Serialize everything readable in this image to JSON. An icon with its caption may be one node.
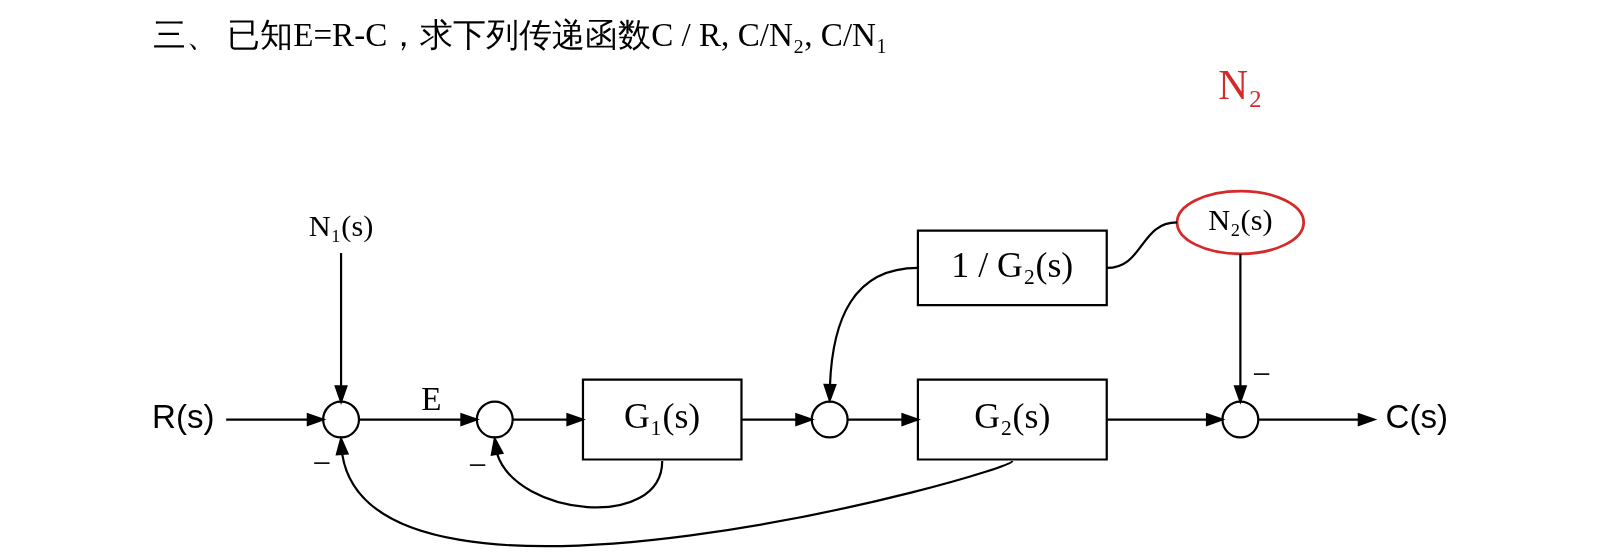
{
  "diagram": {
    "title": "三、 已知E=R-C，求下列传递函数C / R, C/N₂, C/N₁",
    "nodes": [
      {
        "text": [
          "R(s)"
        ]
      },
      {
        "text": [
          "N₁(s)"
        ]
      },
      {
        "text": [],
        "shape": "circle"
      },
      {
        "text": [],
        "shape": "circle"
      },
      {
        "text": [
          "G₁(s)"
        ]
      },
      {
        "text": [],
        "shape": "circle"
      },
      {
        "text": [
          "1 / G₂(s)"
        ]
      },
      {
        "text": [
          "G₂(s)"
        ]
      },
      {
        "text": [
          "N₂(s)"
        ]
      },
      {
        "text": [],
        "shape": "circle"
      },
      {
        "text": [
          "C(s)"
        ]
      }
    ],
    "edges": [
      {
        "from": 0,
        "to": 2,
        "arrow": "to"
      },
      {
        "from": 1,
        "to": 2,
        "arrow": "to"
      },
      {
        "from": 2,
        "to": 3,
        "arrow": "to",
        "label": "E"
      },
      {
        "from": 3,
        "to": 4,
        "arrow": "to"
      },
      {
        "from": 4,
        "to": 5,
        "arrow": "to"
      },
      {
        "from": 4,
        "to": 3,
        "arrow": "to",
        "label": "−"
      },
      {
        "from": 6,
        "to": 5,
        "arrow": "to"
      },
      {
        "from": 5,
        "to": 7,
        "arrow": "to"
      },
      {
        "from": 7,
        "to": 9,
        "arrow": "to"
      },
      {
        "from": 7,
        "to": 2,
        "arrow": "to",
        "label": "−"
      },
      {
        "from": 8,
        "to": 9,
        "arrow": "to",
        "label": "−"
      },
      {
        "from": 8,
        "to": 6,
        "arrow": "none"
      },
      {
        "from": 9,
        "to": 10,
        "arrow": "to"
      }
    ],
    "labels": [
      "N₂"
    ]
  }
}
